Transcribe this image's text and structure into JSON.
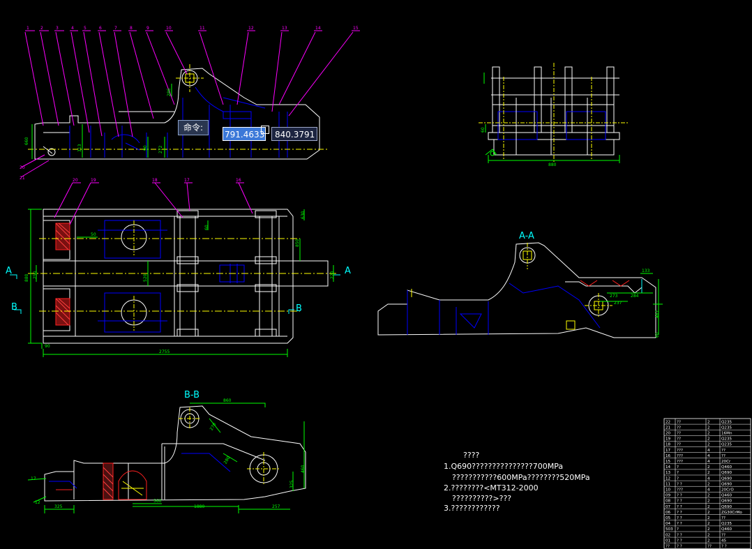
{
  "colors": {
    "background": "#000000",
    "outline": "#ffffff",
    "hidden": "#0000ff",
    "dimension": "#00ff00",
    "leader": "#ff00ff",
    "center": "#ffff00",
    "section": "#ff0000",
    "label": "#00ffff"
  },
  "command_prompt": {
    "label": "命令:",
    "x_value": "791.4633",
    "y_value": "840.3791"
  },
  "balloons_top": [
    "1",
    "2",
    "3",
    "4",
    "5",
    "6",
    "7",
    "8",
    "9",
    "10",
    "11",
    "12",
    "13",
    "14",
    "15"
  ],
  "balloons_left": [
    "20",
    "21"
  ],
  "balloons_plan": [
    "20",
    "19",
    "18",
    "17",
    "16"
  ],
  "section_labels": {
    "aa": "A-A",
    "bb": "B-B",
    "a_left": "A",
    "a_right": "A",
    "b_left": "B",
    "b_right": "B"
  },
  "dimensions": {
    "plan_length": "2755",
    "plan_width": "880",
    "plan_50": "50",
    "plan_850": "850",
    "plan_520": "520",
    "plan_630": "630",
    "plan_60": "60",
    "plan_90": "90",
    "plan_250": "250",
    "plan_220": "220",
    "top_660": "660",
    "top_313": "313",
    "top_272": "272",
    "top_90": "90",
    "top_286": "286",
    "end_880": "880",
    "end_60": "60",
    "aa_133": "133",
    "aa_284": "284",
    "aa_273": "273",
    "aa_237": "237",
    "aa_487": "487",
    "aa_60": "60",
    "bb_860": "860",
    "bb_270": "270",
    "bb_280": "280",
    "bb_560": "560",
    "bb_1880": "1880",
    "bb_257": "257",
    "bb_325": "325",
    "bb_460": "460",
    "bb_325b": "325",
    "bb_17": "17",
    "bb_12": "12"
  },
  "notes": {
    "title": "????",
    "line1": "1.Q690???????????????700MPa",
    "line2": "???????????600MPa????????520MPa",
    "line3": "2.????????<MT312-2000",
    "line4": "??????????>???",
    "line5": "3.????????????"
  },
  "bom": [
    [
      "22",
      "??",
      "2",
      "Q235"
    ],
    [
      "21",
      "??",
      "2",
      "Q235"
    ],
    [
      "20",
      "??",
      "2",
      "16Mn"
    ],
    [
      "19",
      "??",
      "2",
      "Q235"
    ],
    [
      "18",
      "??",
      "2",
      "Q235"
    ],
    [
      "17",
      "???",
      "4",
      "??"
    ],
    [
      "16",
      "???",
      "4",
      "??"
    ],
    [
      "15",
      "???",
      "4",
      "20Cr"
    ],
    [
      "14",
      "?",
      "2",
      "Q460"
    ],
    [
      "13",
      "?",
      "2",
      "Q690"
    ],
    [
      "12",
      "?",
      "4",
      "Q690"
    ],
    [
      "11",
      "? ?",
      "2",
      "Q690"
    ],
    [
      "10",
      "???",
      "4",
      "20CrO"
    ],
    [
      "09",
      "? ?",
      "2",
      "Q460"
    ],
    [
      "08",
      "? ?",
      "2",
      "Q690"
    ],
    [
      "07",
      "? ?",
      "2",
      "Q690"
    ],
    [
      "06",
      "? ?",
      "2",
      "ZG30CrMo"
    ],
    [
      "05",
      "? ?",
      "2",
      "??"
    ],
    [
      "04",
      "? ?",
      "2",
      "Q235"
    ],
    [
      "503",
      "?",
      "2",
      "Q460"
    ],
    [
      "02",
      "? ?",
      "2",
      "??"
    ],
    [
      "01",
      "? ?",
      "2",
      "45"
    ],
    [
      "??",
      "? ?",
      "??",
      "? ?"
    ]
  ]
}
